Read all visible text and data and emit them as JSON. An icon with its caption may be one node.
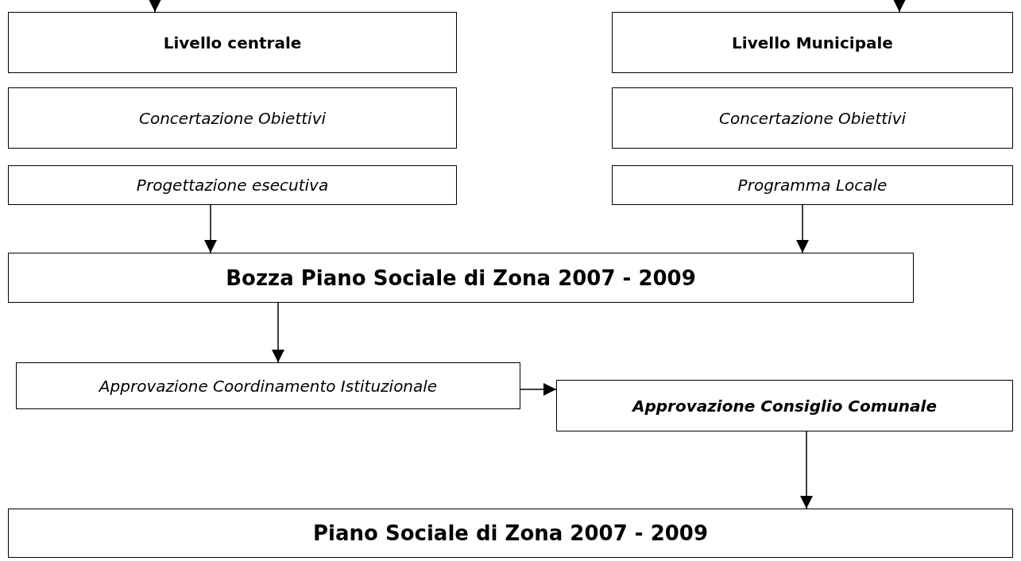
{
  "diagram": {
    "nodes": [
      {
        "text": [
          "Livello centrale"
        ]
      },
      {
        "text": [
          "Livello Municipale"
        ]
      },
      {
        "text": [
          "Concertazione Obiettivi"
        ]
      },
      {
        "text": [
          "Concertazione Obiettivi"
        ]
      },
      {
        "text": [
          "Progettazione esecutiva"
        ]
      },
      {
        "text": [
          "Programma Locale"
        ]
      },
      {
        "text": [
          "Bozza Piano Sociale di Zona 2007 - 2009"
        ]
      },
      {
        "text": [
          "Approvazione Coordinamento Istituzionale"
        ]
      },
      {
        "text": [
          "Approvazione Consiglio Comunale"
        ]
      },
      {
        "text": [
          "Piano Sociale di Zona 2007 - 2009"
        ]
      }
    ],
    "edges": [
      {
        "from": null,
        "to": 0,
        "arrow": "to"
      },
      {
        "from": null,
        "to": 1,
        "arrow": "to"
      },
      {
        "from": 4,
        "to": 6,
        "arrow": "to"
      },
      {
        "from": 5,
        "to": 6,
        "arrow": "to"
      },
      {
        "from": 6,
        "to": 7,
        "arrow": "to"
      },
      {
        "from": 7,
        "to": 8,
        "arrow": "to"
      },
      {
        "from": 8,
        "to": 9,
        "arrow": "to"
      }
    ]
  }
}
